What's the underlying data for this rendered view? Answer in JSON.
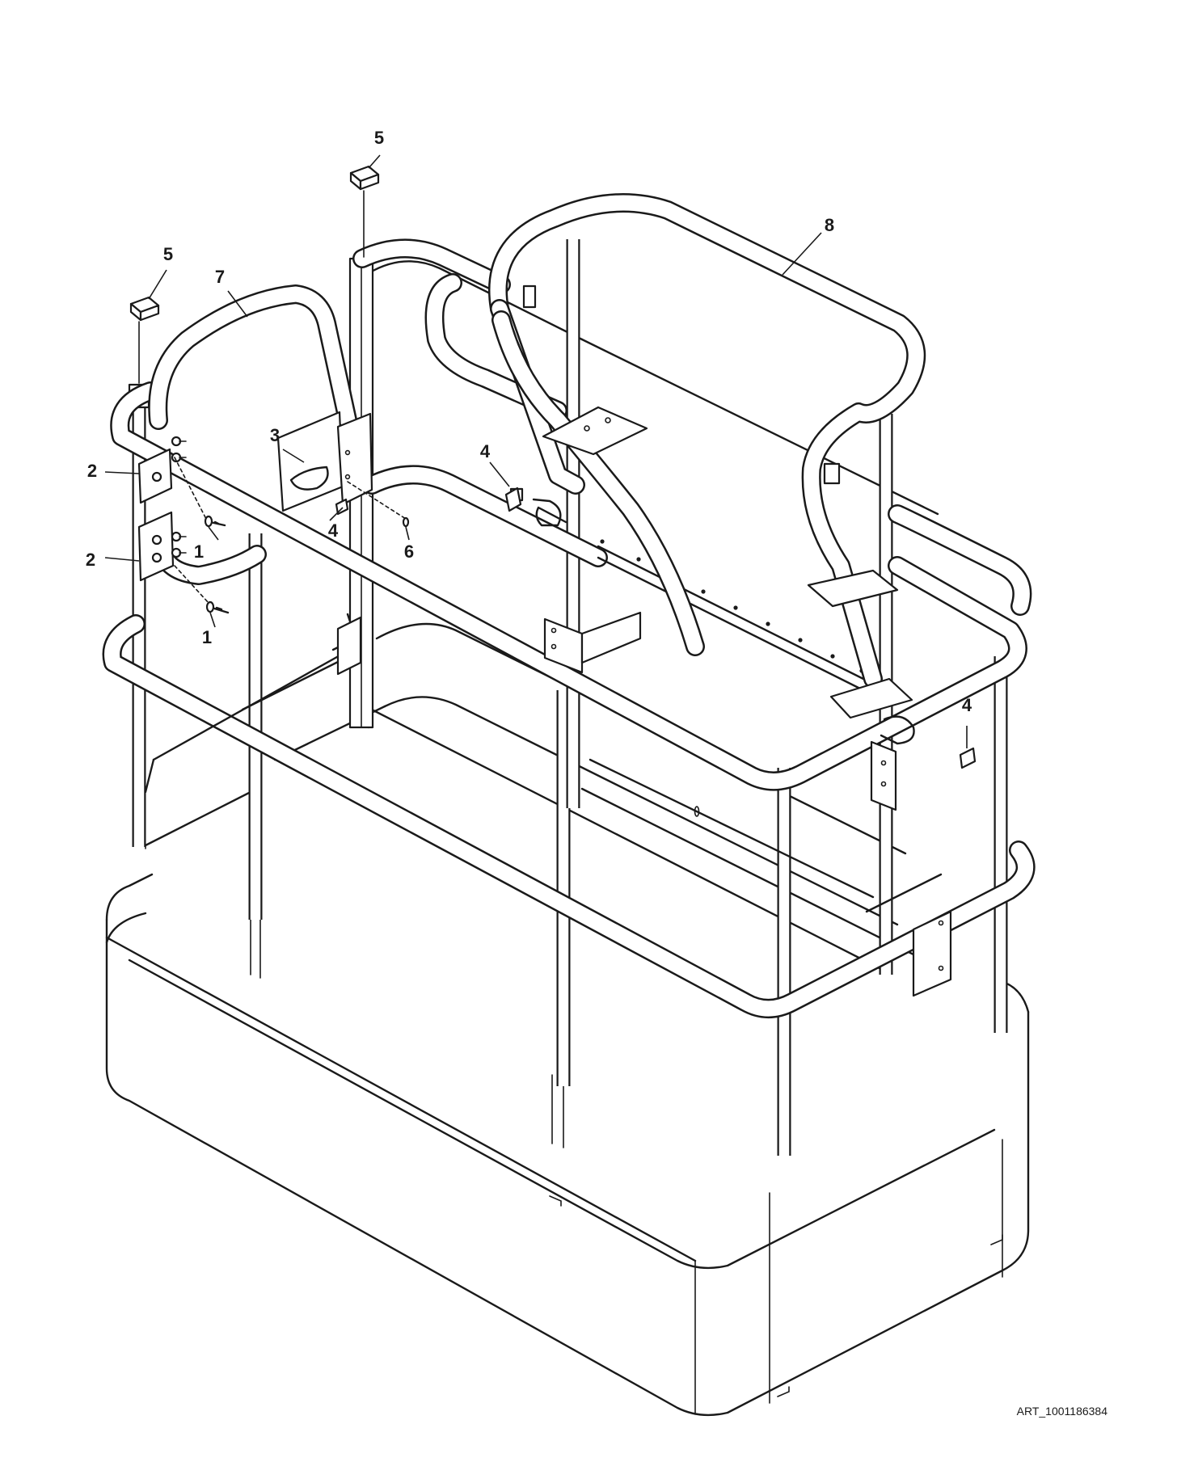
{
  "figure": {
    "art_id": "ART_1001186384"
  },
  "callouts": [
    {
      "label": "5"
    },
    {
      "label": "5"
    },
    {
      "label": "8"
    },
    {
      "label": "7"
    },
    {
      "label": "3"
    },
    {
      "label": "4"
    },
    {
      "label": "2"
    },
    {
      "label": "4"
    },
    {
      "label": "6"
    },
    {
      "label": "1"
    },
    {
      "label": "2"
    },
    {
      "label": "1"
    },
    {
      "label": "4"
    }
  ],
  "parts": [
    "cap-5-center",
    "cap-5-left",
    "overhead-guard-8",
    "gate-7",
    "bracket-3",
    "bumper-4-rear",
    "hinge-2-upper",
    "bumper-4-bracket",
    "bolt-6",
    "pin-1-upper",
    "hinge-2-lower",
    "pin-1-lower",
    "bumper-4-right"
  ]
}
